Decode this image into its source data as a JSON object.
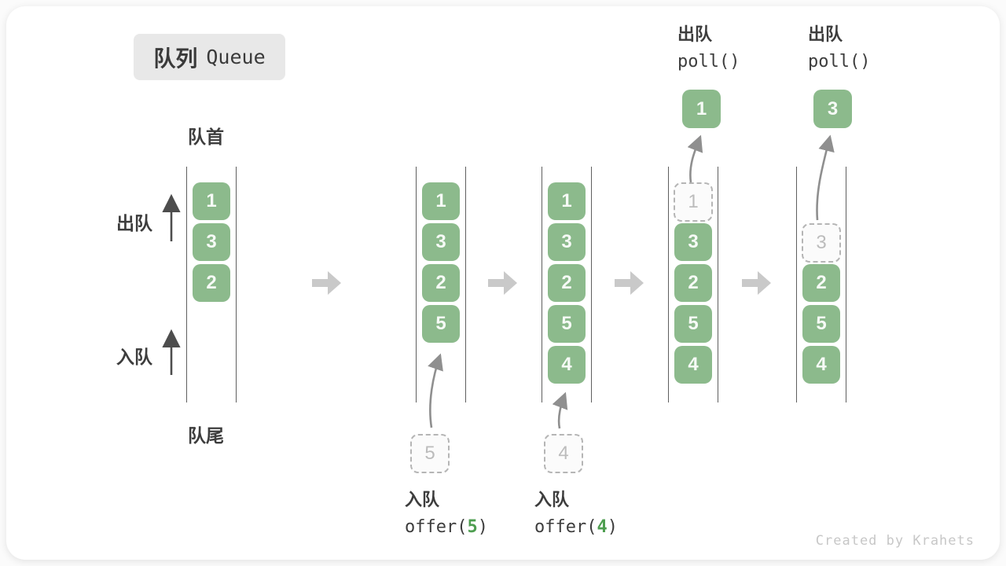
{
  "title": {
    "zh": "队列",
    "en": "Queue"
  },
  "labels": {
    "front": "队首",
    "rear": "队尾",
    "dequeue": "出队",
    "enqueue": "入队"
  },
  "ops": {
    "enqueue5": {
      "label": "入队",
      "code_pre": "offer(",
      "code_arg": "5",
      "code_post": ")"
    },
    "enqueue4": {
      "label": "入队",
      "code_pre": "offer(",
      "code_arg": "4",
      "code_post": ")"
    },
    "poll1": {
      "label": "出队",
      "code": "poll()",
      "value": "1"
    },
    "poll3": {
      "label": "出队",
      "code": "poll()",
      "value": "3"
    }
  },
  "queues": {
    "q1": {
      "items": [
        "1",
        "3",
        "2"
      ]
    },
    "q2": {
      "items": [
        "1",
        "3",
        "2",
        "5"
      ],
      "pending": "5"
    },
    "q3": {
      "items": [
        "1",
        "3",
        "2",
        "5",
        "4"
      ],
      "pending": "4"
    },
    "q4": {
      "removed": "1",
      "items": [
        "3",
        "2",
        "5",
        "4"
      ]
    },
    "q5": {
      "removed": "3",
      "items": [
        "2",
        "5",
        "4"
      ]
    }
  },
  "watermark": "Created by Krahets",
  "colors": {
    "box_green": "#8cba8c",
    "accent_green": "#4e9e50",
    "curved_arrow_gray": "#8f8f8f",
    "label_arrow_dark": "#4d4d4d",
    "step_arrow_gray": "#c9c9c9",
    "dashed_border": "#b5b5b5",
    "text_dark": "#3d3d3d",
    "badge_bg": "#e8e8e8",
    "watermark_gray": "#c7c7c7"
  }
}
